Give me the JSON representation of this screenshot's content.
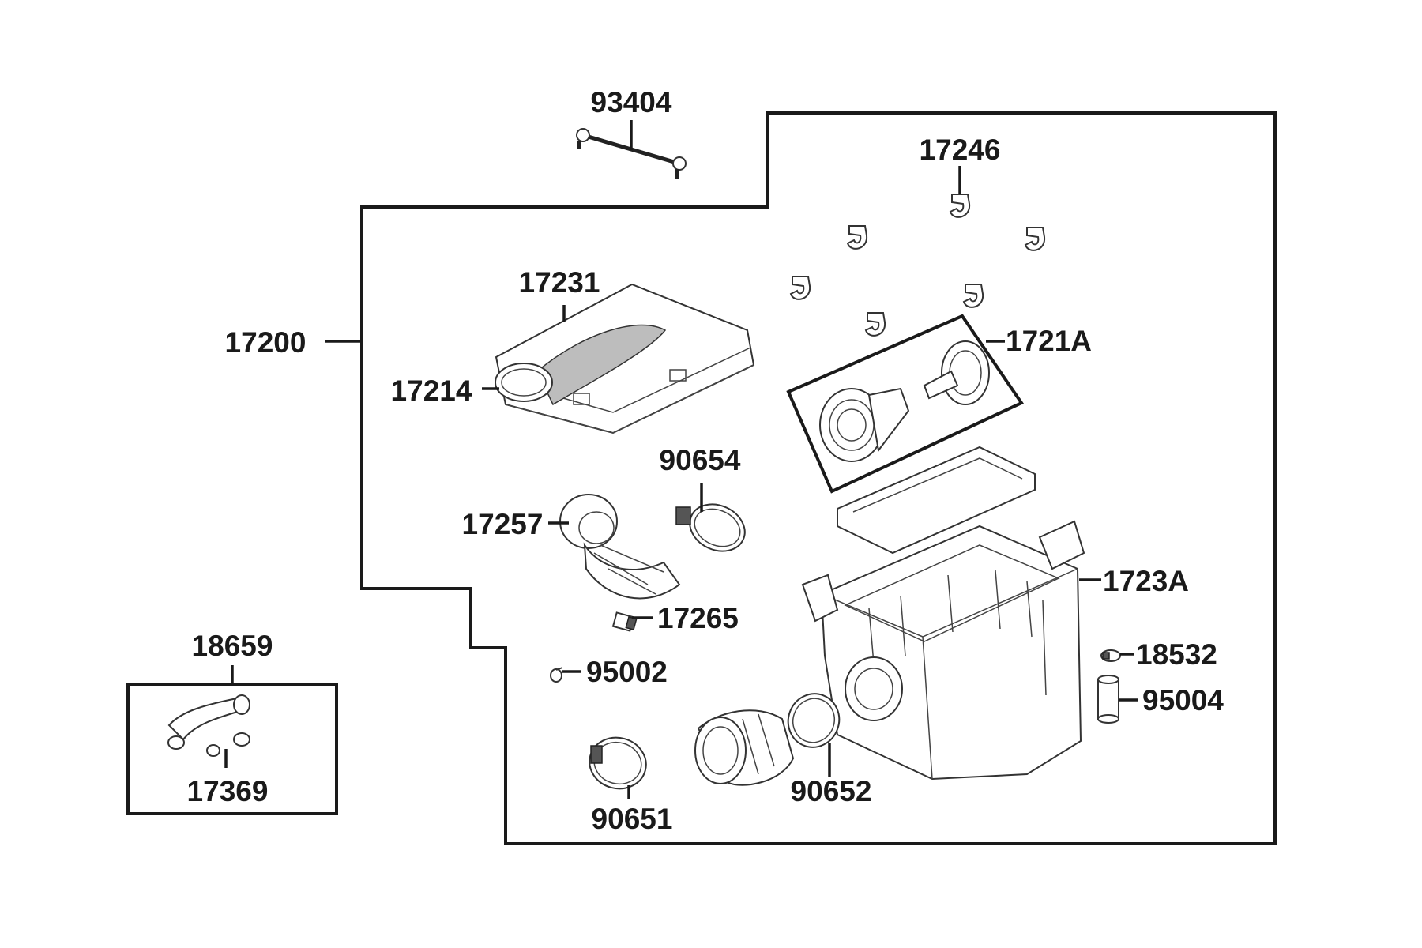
{
  "labels": {
    "p93404": "93404",
    "p17246": "17246",
    "p17231": "17231",
    "p17200": "17200",
    "p17214": "17214",
    "p1721A": "1721A",
    "p90654": "90654",
    "p17257": "17257",
    "p1723A": "1723A",
    "p17265": "17265",
    "p18659": "18659",
    "p95002": "95002",
    "p18532": "18532",
    "p95004": "95004",
    "p17369": "17369",
    "p90651": "90651",
    "p90652": "90652"
  }
}
